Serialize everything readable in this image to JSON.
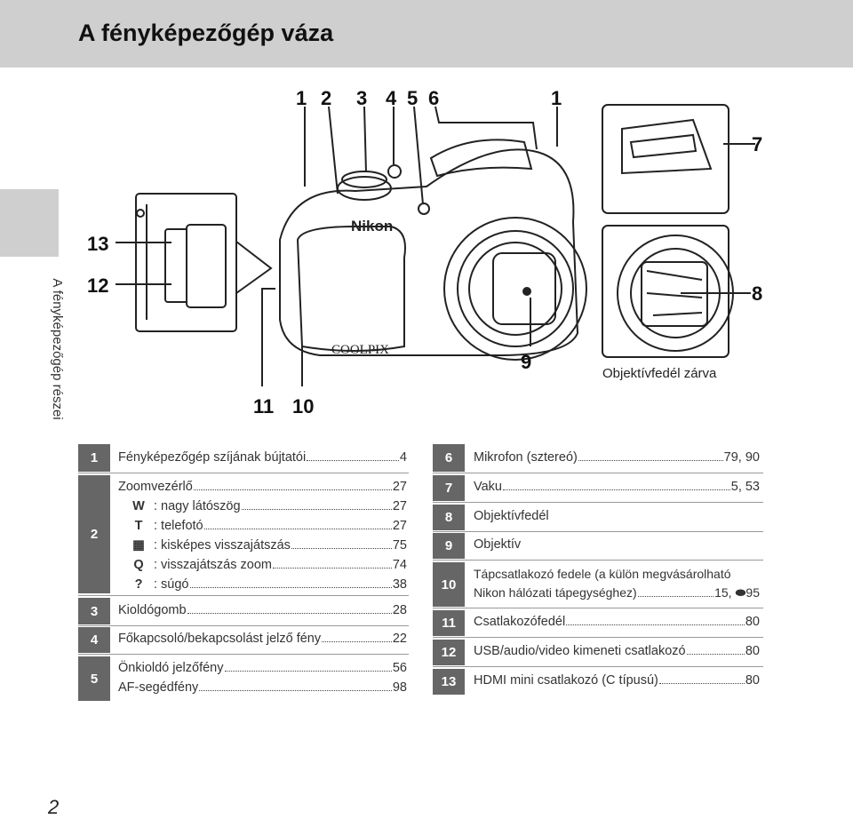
{
  "header": {
    "title": "A fényképezőgép váza"
  },
  "side_label": "A fényképezőgép részei",
  "page_number": "2",
  "diagram": {
    "callouts_top": [
      "1",
      "2",
      "3",
      "4",
      "5",
      "6",
      "1"
    ],
    "callouts_bottom": [
      "11",
      "10"
    ],
    "callout_13": "13",
    "callout_12": "12",
    "callout_9": "9",
    "callout_7": "7",
    "callout_8": "8",
    "brand_text": "Nikon",
    "model_text": "COOLPIX",
    "lens_cover_caption": "Objektívfedél zárva"
  },
  "left_table": [
    {
      "num": "1",
      "lines": [
        {
          "text": "Fényképezőgép szíjának bújtatói",
          "page": "4"
        }
      ]
    },
    {
      "num": "2",
      "lines": [
        {
          "text": "Zoomvezérlő",
          "page": "27"
        },
        {
          "icon": "W",
          "text": ": nagy látószög",
          "page": "27"
        },
        {
          "icon": "T",
          "text": ": telefotó",
          "page": "27"
        },
        {
          "icon": "▦",
          "text": ": kisképes visszajátszás",
          "page": "75"
        },
        {
          "icon": "Q",
          "text": ": visszajátszás zoom",
          "page": "74"
        },
        {
          "icon": "?",
          "text": ": súgó",
          "page": "38"
        }
      ]
    },
    {
      "num": "3",
      "lines": [
        {
          "text": "Kioldógomb",
          "page": "28"
        }
      ]
    },
    {
      "num": "4",
      "lines": [
        {
          "text": "Főkapcsoló/bekapcsolást jelző fény",
          "page": "22"
        }
      ]
    },
    {
      "num": "5",
      "lines": [
        {
          "text": "Önkioldó jelzőfény",
          "page": "56"
        },
        {
          "text": "AF-segédfény",
          "page": "98"
        }
      ]
    }
  ],
  "right_table": [
    {
      "num": "6",
      "lines": [
        {
          "text": "Mikrofon (sztereó)",
          "page": "79, 90"
        }
      ]
    },
    {
      "num": "7",
      "lines": [
        {
          "text": "Vaku",
          "page": "5, 53"
        }
      ]
    },
    {
      "num": "8",
      "lines": [
        {
          "text": "Objektívfedél",
          "page": ""
        }
      ]
    },
    {
      "num": "9",
      "lines": [
        {
          "text": "Objektív",
          "page": ""
        }
      ]
    },
    {
      "num": "10",
      "lines": [
        {
          "text": "Tápcsatlakozó fedele (a külön megvásárolható",
          "page": ""
        },
        {
          "text": "Nikon hálózati tápegységhez)",
          "page": "15, ⬬95"
        }
      ]
    },
    {
      "num": "11",
      "lines": [
        {
          "text": "Csatlakozófedél",
          "page": "80"
        }
      ]
    },
    {
      "num": "12",
      "lines": [
        {
          "text": "USB/audio/video kimeneti csatlakozó",
          "page": "80"
        }
      ]
    },
    {
      "num": "13",
      "lines": [
        {
          "text": "HDMI mini csatlakozó (C típusú)",
          "page": "80"
        }
      ]
    }
  ]
}
